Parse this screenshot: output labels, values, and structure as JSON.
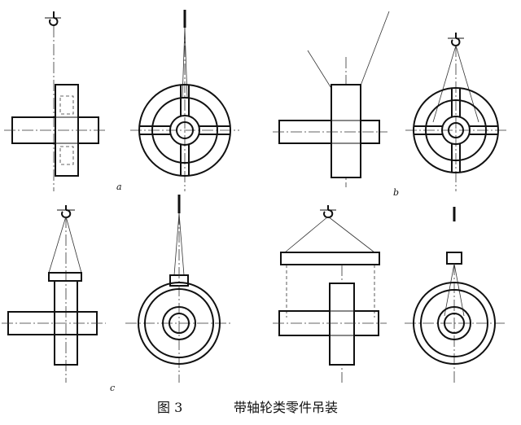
{
  "figure": {
    "panel_labels": {
      "a": "a",
      "b": "b",
      "c": "c"
    },
    "caption_number": "图 3",
    "caption_title": "带轴轮类零件吊装"
  }
}
